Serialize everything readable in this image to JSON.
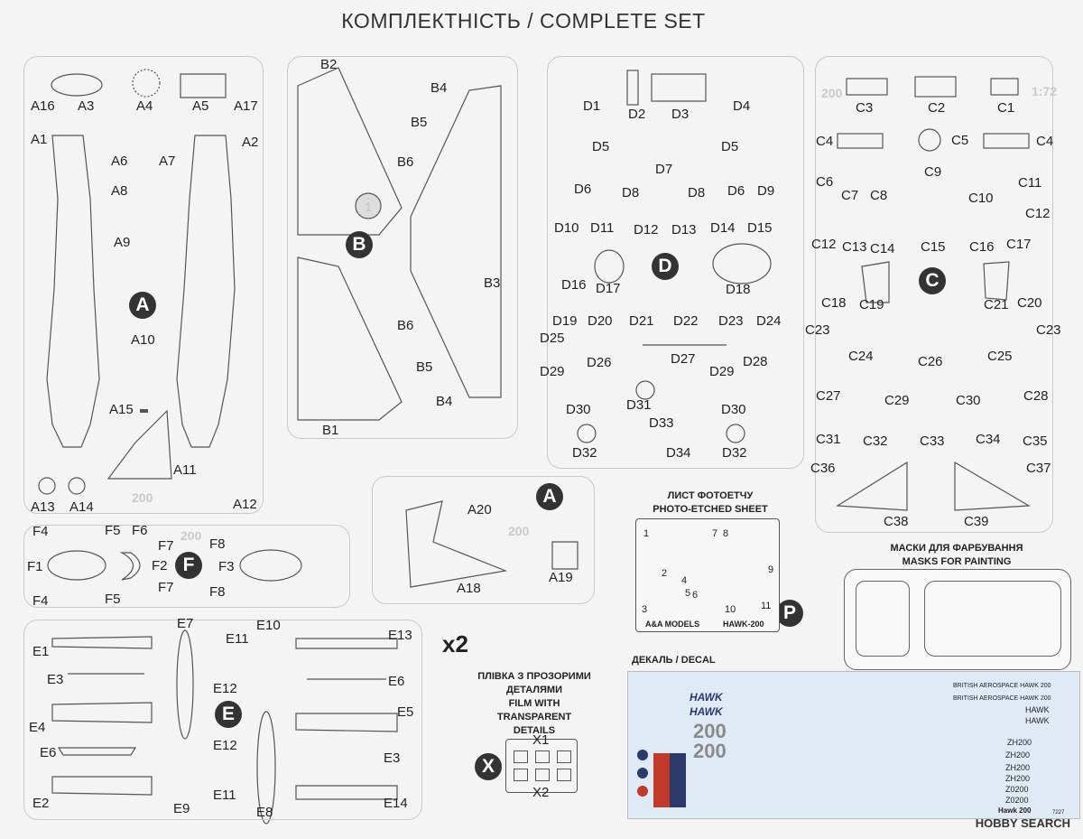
{
  "title": "КОМПЛЕКТНІСТЬ / COMPLETE SET",
  "sprues": {
    "A": {
      "letter": "A",
      "scale_mark": "200",
      "labels": [
        "A16",
        "A3",
        "A4",
        "A5",
        "A17",
        "A1",
        "A2",
        "A6",
        "A7",
        "A8",
        "A9",
        "A10",
        "A15",
        "A11",
        "A13",
        "A14",
        "A12"
      ]
    },
    "A_small": {
      "letter": "A",
      "scale_mark": "200",
      "labels": [
        "A20",
        "A18",
        "A19"
      ]
    },
    "B": {
      "letter": "B",
      "scale_mark": "1",
      "labels": [
        "B2",
        "B4",
        "B5",
        "B6",
        "B3",
        "B1",
        "B6",
        "B5",
        "B4"
      ]
    },
    "D": {
      "letter": "D",
      "labels": [
        "D1",
        "D2",
        "D3",
        "D4",
        "D5",
        "D5",
        "D7",
        "D6",
        "D8",
        "D8",
        "D6",
        "D9",
        "D10",
        "D11",
        "D12",
        "D13",
        "D14",
        "D15",
        "D16",
        "D17",
        "D18",
        "D19",
        "D20",
        "D21",
        "D22",
        "D23",
        "D24",
        "D25",
        "D26",
        "D27",
        "D28",
        "D29",
        "D29",
        "D30",
        "D31",
        "D30",
        "D33",
        "D32",
        "D34",
        "D32"
      ]
    },
    "C": {
      "letter": "C",
      "scale_mark": "200",
      "scale_text": "1:72",
      "labels": [
        "C3",
        "C2",
        "C1",
        "C4",
        "C5",
        "C4",
        "C6",
        "C7",
        "C8",
        "C9",
        "C10",
        "C11",
        "C12",
        "C13",
        "C14",
        "C15",
        "C16",
        "C17",
        "C12",
        "C18",
        "C19",
        "C20",
        "C21",
        "C23",
        "C24",
        "C26",
        "C25",
        "C23",
        "C27",
        "C29",
        "C30",
        "C28",
        "C31",
        "C32",
        "C33",
        "C34",
        "C35",
        "C36",
        "C37",
        "C38",
        "C39"
      ]
    },
    "F": {
      "letter": "F",
      "scale_mark": "200",
      "labels": [
        "F4",
        "F5",
        "F6",
        "F7",
        "F8",
        "F1",
        "F2",
        "F3",
        "F7",
        "F8",
        "F4",
        "F5"
      ]
    },
    "E": {
      "letter": "E",
      "labels": [
        "E7",
        "E10",
        "E13",
        "E1",
        "E11",
        "E3",
        "E6",
        "E12",
        "E4",
        "E5",
        "E6",
        "E12",
        "E3",
        "E11",
        "E2",
        "E9",
        "E8",
        "E14"
      ]
    }
  },
  "multiplier": "x2",
  "film": {
    "heading": "ПЛІВКА З ПРОЗОРИМИ\nДЕТАЛЯМИ\nFILM WITH TRANSPARENT\nDETAILS",
    "letter": "X",
    "labels": [
      "X1",
      "X2"
    ]
  },
  "photo_etched": {
    "heading": "ЛИСТ ФОТОЕТЧУ\nPHOTO-ETCHED SHEET",
    "letter": "P",
    "brand": "A&A MODELS",
    "model": "HAWK-200",
    "numbers": [
      "1",
      "2",
      "3",
      "4",
      "5",
      "6",
      "7",
      "8",
      "9",
      "10",
      "11"
    ]
  },
  "masks": {
    "heading": "МАСКИ ДЛЯ ФАРБУВАННЯ\nMASKS FOR PAINTING"
  },
  "decal": {
    "heading": "ДЕКАЛЬ / DECAL",
    "texts": [
      "HAWK",
      "HAWK",
      "200",
      "200",
      "BRITISH AEROSPACE HAWK 200",
      "BRITISH AEROSPACE HAWK 200",
      "HAWK",
      "HAWK",
      "ZH200",
      "ZH200",
      "ZH200",
      "ZH200",
      "Z0200",
      "Z0200",
      "Hawk 200",
      "7227"
    ]
  },
  "watermark": "HOBBY SEARCH",
  "colors": {
    "line": "#555555",
    "sprue": "#c9c9c9",
    "decal_bg": "#dfeaf5",
    "red": "#c0392b",
    "navy": "#2b3a6b",
    "gray": "#8a8a8a"
  }
}
